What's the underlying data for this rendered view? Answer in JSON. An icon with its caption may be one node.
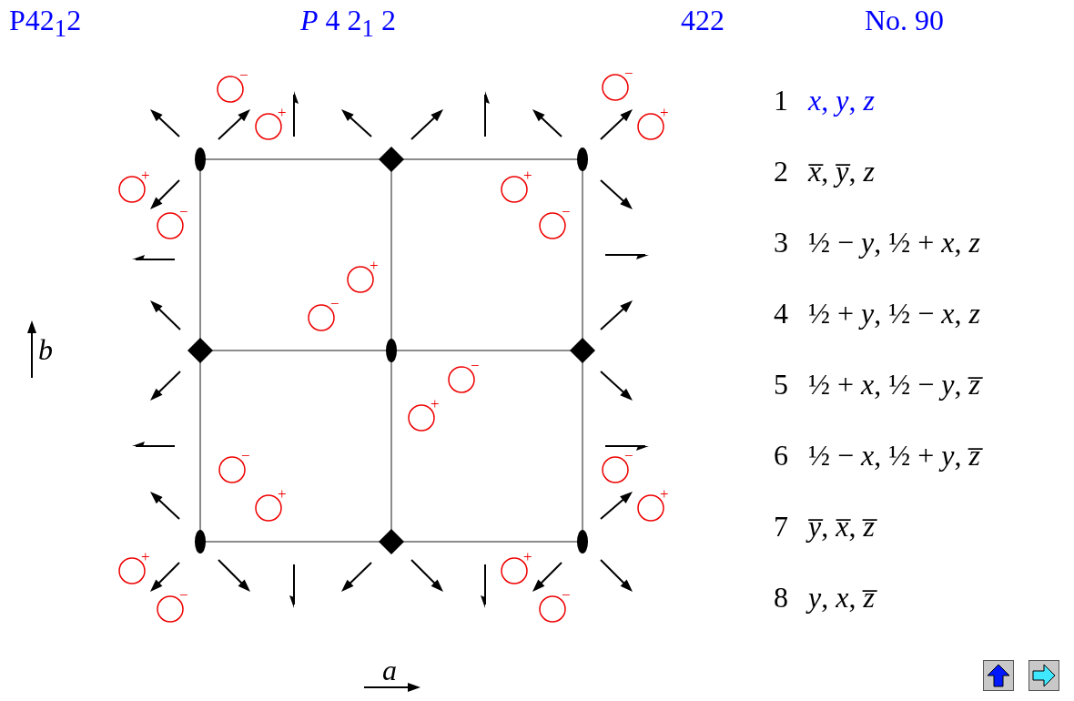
{
  "diagram": {
    "labels": [
      "P42$_{1}$2",
      "*P* 4 2$_{1}$ 2",
      "422",
      "No. 90",
      "1",
      "*x*, *y*, *z*",
      "2",
      "*x̅*, *y̅*, *z*",
      "3",
      "½ − *y*, ½ + *x*, *z*",
      "4",
      "½ + *y*, ½ − *x*, *z*",
      "5",
      "½ + *x*, ½ − *y*, *z̅*",
      "6",
      "½ − *x*, ½ + *y*, *z̅*",
      "7",
      "*y̅*, *x̅*, *z̅*",
      "8",
      "*y*, *x*, *z̅*",
      "−",
      "−",
      "+",
      "+",
      "+",
      "+",
      "−",
      "−",
      "+",
      "−",
      "−",
      "+",
      "−",
      "−",
      "+",
      "+",
      "+",
      "+",
      "−",
      "−",
      "b",
      "a"
    ]
  }
}
